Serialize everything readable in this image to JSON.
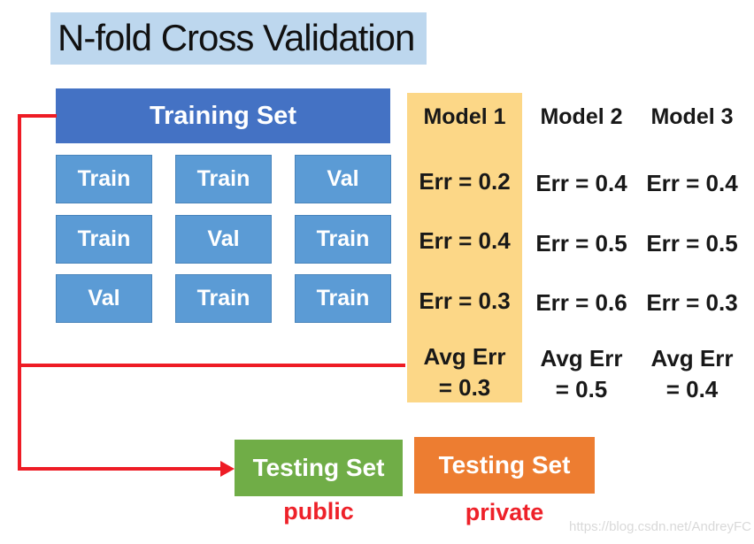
{
  "title": "N-fold Cross Validation",
  "colors": {
    "title_highlight": "#bdd7ee",
    "training_header_blue": "#4472c4",
    "fold_cell_blue": "#5b9bd5",
    "model1_highlight": "#fcd787",
    "testing_public_green": "#70ad47",
    "testing_private_orange": "#ed7d31",
    "connector_red": "#ee1c25",
    "caption_red": "#ee2129"
  },
  "training": {
    "header": "Training Set",
    "grid": [
      [
        "Train",
        "Train",
        "Val"
      ],
      [
        "Train",
        "Val",
        "Train"
      ],
      [
        "Val",
        "Train",
        "Train"
      ]
    ]
  },
  "models": [
    {
      "name": "Model 1",
      "errors": [
        "Err = 0.2",
        "Err = 0.4",
        "Err = 0.3"
      ],
      "avg_line1": "Avg Err",
      "avg_line2": "= 0.3",
      "highlighted": true
    },
    {
      "name": "Model 2",
      "errors": [
        "Err = 0.4",
        "Err = 0.5",
        "Err = 0.6"
      ],
      "avg_line1": "Avg Err",
      "avg_line2": "= 0.5",
      "highlighted": false
    },
    {
      "name": "Model 3",
      "errors": [
        "Err = 0.4",
        "Err = 0.5",
        "Err = 0.3"
      ],
      "avg_line1": "Avg Err",
      "avg_line2": "= 0.4",
      "highlighted": false
    }
  ],
  "testing": [
    {
      "label": "Testing Set",
      "caption": "public"
    },
    {
      "label": "Testing Set",
      "caption": "private"
    }
  ],
  "watermark": "https://blog.csdn.net/AndreyFC"
}
